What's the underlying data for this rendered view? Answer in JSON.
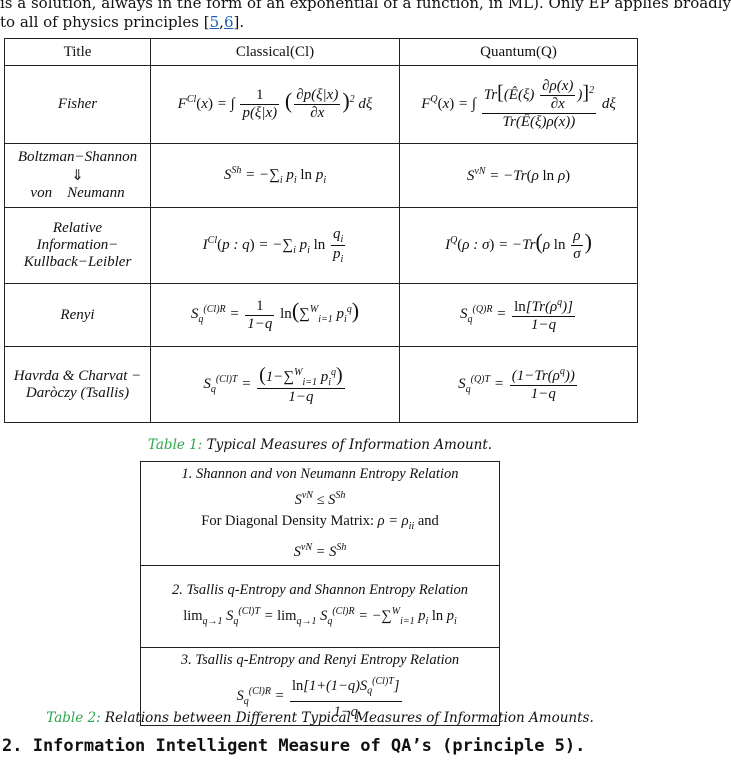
{
  "intro": {
    "line1": "is a solution, always in the form of an exponential of a function, in ML). Only EP applies broadly",
    "line2_prefix": "to all of physics principles [",
    "ref1": "5",
    "ref_sep": ",",
    "ref2": "6",
    "line2_suffix": "]."
  },
  "table1": {
    "headers": [
      "Title",
      "Classical(Cl)",
      "Quantum(Q)"
    ],
    "rows": [
      {
        "title": "Fisher",
        "classical": "F^Cl(x) = ∫ 1/p(ξ|x) (∂p(ξ|x)/∂x)² dξ",
        "quantum": "F^Q(x) = ∫ Tr[(Ê(ξ) ∂ρ(x)/∂x)]² / Tr(Ê(ξ)ρ(x)) dξ"
      },
      {
        "title": "Boltzman−Shannon ⇓ von Neumann",
        "title_a": "Boltzman−Shannon",
        "title_b": "⇓",
        "title_c": "von    Neumann",
        "classical": "S^Sh = −∑ p_i ln p_i",
        "quantum": "S^vN = −Tr(ρ ln ρ)"
      },
      {
        "title": "Relative Information− Kullback−Leibler",
        "title_a": "Relative",
        "title_b": "Information−",
        "title_c": "Kullback−Leibler",
        "classical": "I^Cl(p:q) = −∑ p_i ln q_i/p_i",
        "quantum": "I^Q(ρ:σ) = −Tr(ρ ln ρ/σ)"
      },
      {
        "title": "Renyi",
        "classical": "S_q^(Cl)R = 1/(1−q) ln(∑ p_i^q)",
        "quantum": "S_q^(Q)R = ln[Tr(ρ^q)]/(1−q)"
      },
      {
        "title": "Havrda & Charvat − Daròczy (Tsallis)",
        "title_a": "Havrda & Charvat −",
        "title_b": "Daròczy (Tsallis)",
        "classical": "S_q^(Cl)T = (1−∑ p_i^q)/(1−q)",
        "quantum": "S_q^(Q)T = (1−Tr(ρ^q))/(1−q)"
      }
    ]
  },
  "caption1": {
    "label": "Table 1:",
    "text": " Typical Measures of Information Amount."
  },
  "table2": {
    "sec1_title": "1. Shannon and von Neumann Entropy Relation",
    "sec1_eq1": "S^vN ≤ S^Sh",
    "sec1_line": "For Diagonal Density Matrix:",
    "sec1_eq2": "ρ = ρ_ii",
    "sec1_and": "and",
    "sec1_eq3": "S^vN = S^Sh",
    "sec2_title": "2. Tsallis q-Entropy and Shannon Entropy Relation",
    "sec2_eq": "lim S_q^(Cl)T = lim S_q^(Cl)R = −∑ p_i ln p_i",
    "sec3_title": "3. Tsallis q-Entropy and Renyi Entropy Relation",
    "sec3_eq": "S_q^(Cl)R = ln[1+(1−q)S_q^(Cl)T]/(1−q)"
  },
  "caption2": {
    "label": "Table 2:",
    "text": " Relations between Different Typical Measures of Information Amounts."
  },
  "heading": "2. Information Intelligent Measure of QA’s (principle 5)."
}
